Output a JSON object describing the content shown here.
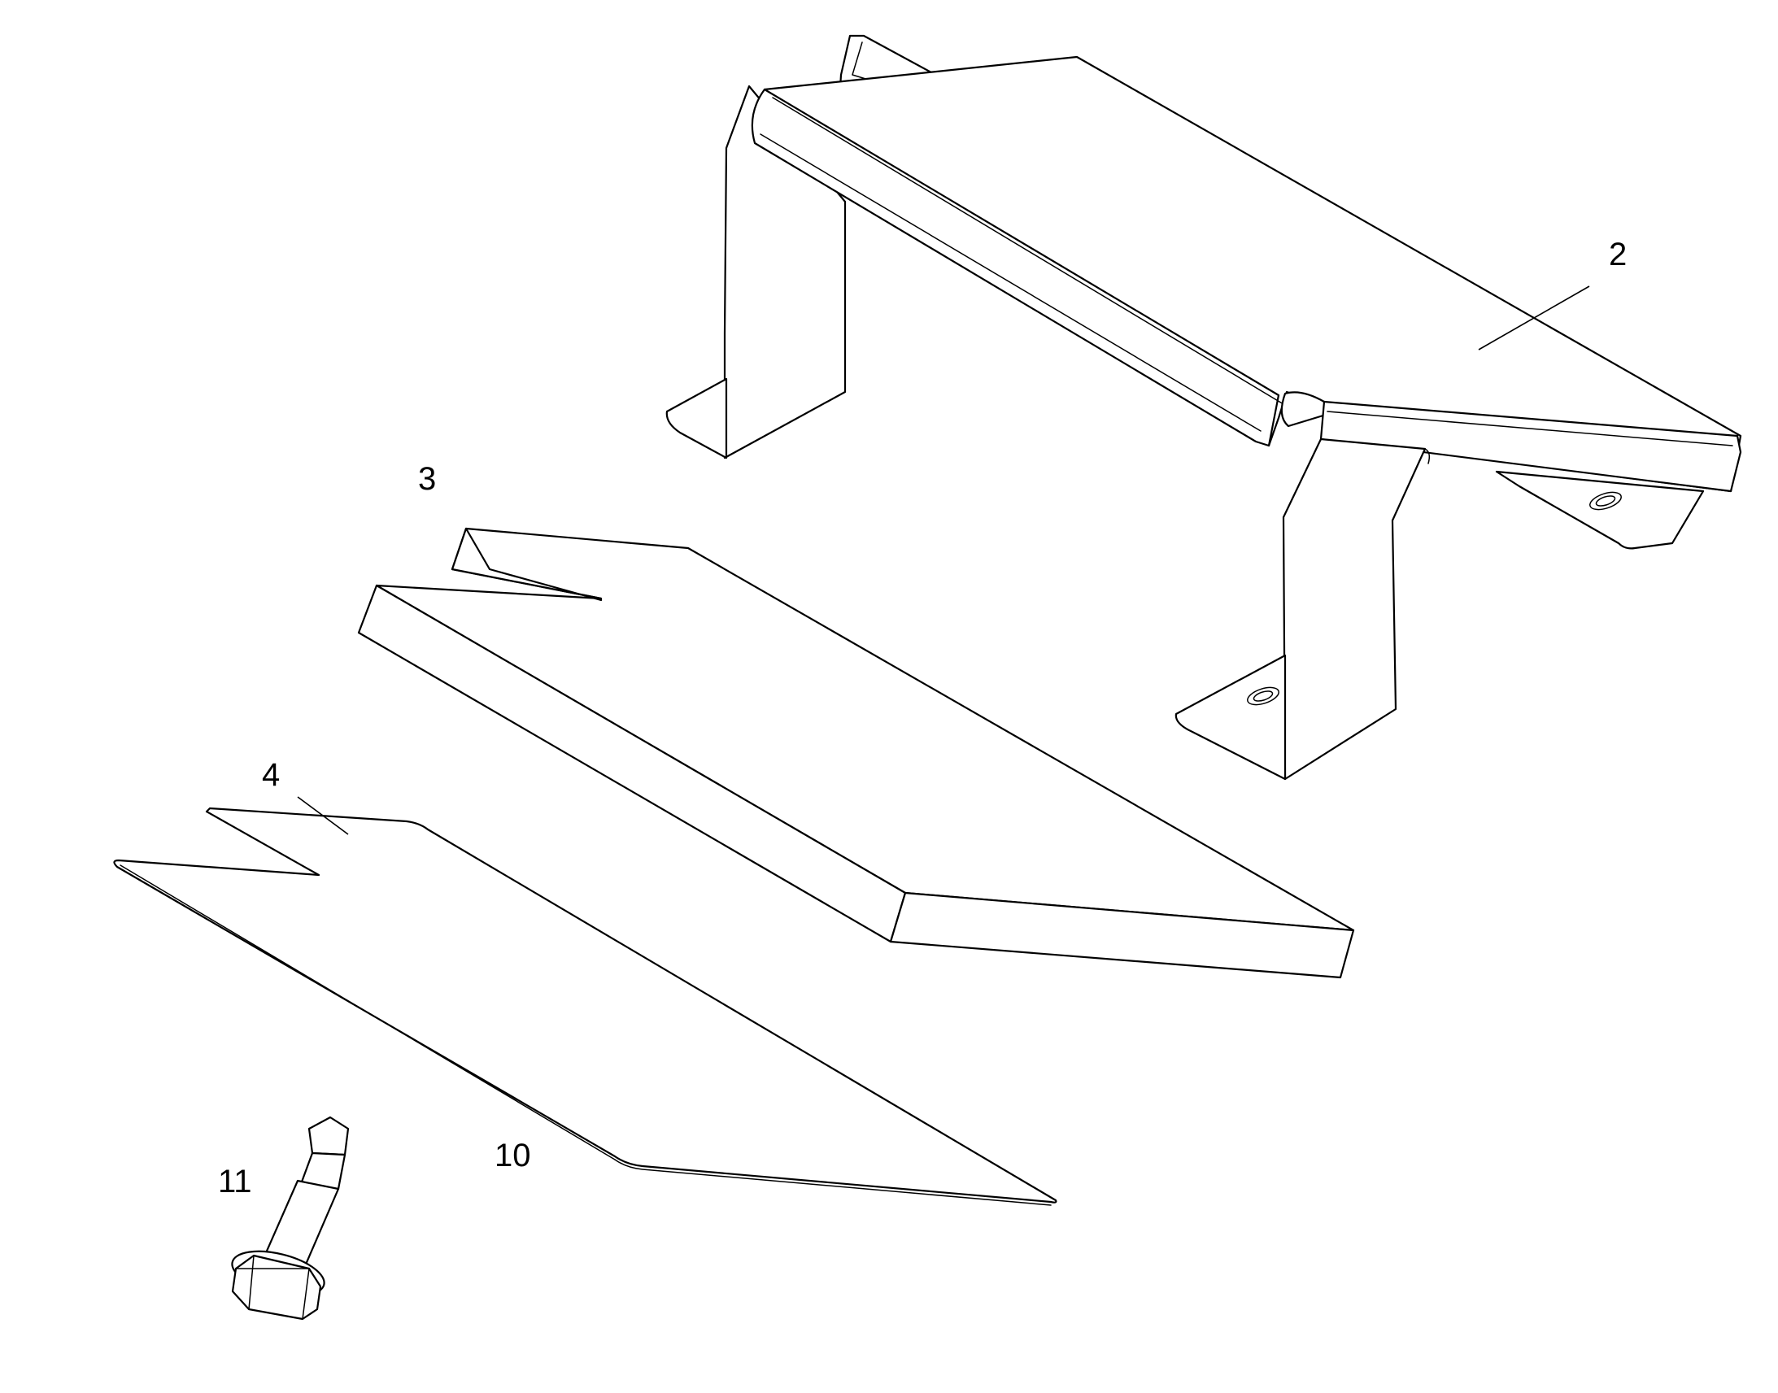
{
  "callouts": {
    "c2": "2",
    "c3": "3",
    "c4": "4",
    "c10": "10",
    "c11": "11"
  }
}
